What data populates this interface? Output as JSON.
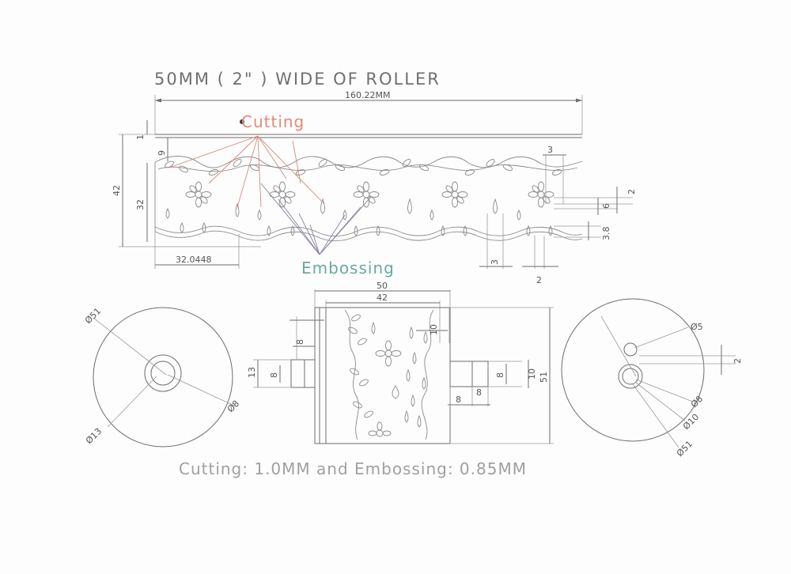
{
  "title": "50MM ( 2\" ) WIDE OF ROLLER",
  "labels": {
    "cutting": "Cutting",
    "embossing": "Embossing",
    "footer": "Cutting: 1.0MM and Embossing: 0.85MM"
  },
  "strip_dims": {
    "overall_length": "160.22MM",
    "top_gap": "1",
    "edge_offset": "9",
    "height_outer": "42",
    "height_inner": "32",
    "repeat_pitch": "32.0448",
    "hole_width_top": "3",
    "hole_width_bottom": "3",
    "pin_spacing": "2",
    "right_2": "2",
    "right_6": "6",
    "right_38": "3.8"
  },
  "front_view": {
    "width_total": "50",
    "width_pattern": "42",
    "dim_10_top": "10",
    "left_shaft_len": "8",
    "left_shaft_dia_outer": "13",
    "left_shaft_dia_inner": "8",
    "right_shaft_len_a": "8",
    "right_shaft_len_b": "8",
    "right_shaft_dia": "8",
    "right_shaft_dia_outer": "10",
    "roller_dia": "51"
  },
  "left_end_view": {
    "outer": "Ø51",
    "hub": "Ø13",
    "bore": "Ø8"
  },
  "right_end_view": {
    "pin": "Ø5",
    "bore": "Ø8",
    "hub": "Ø10",
    "outer": "Ø51",
    "offset": "2"
  }
}
